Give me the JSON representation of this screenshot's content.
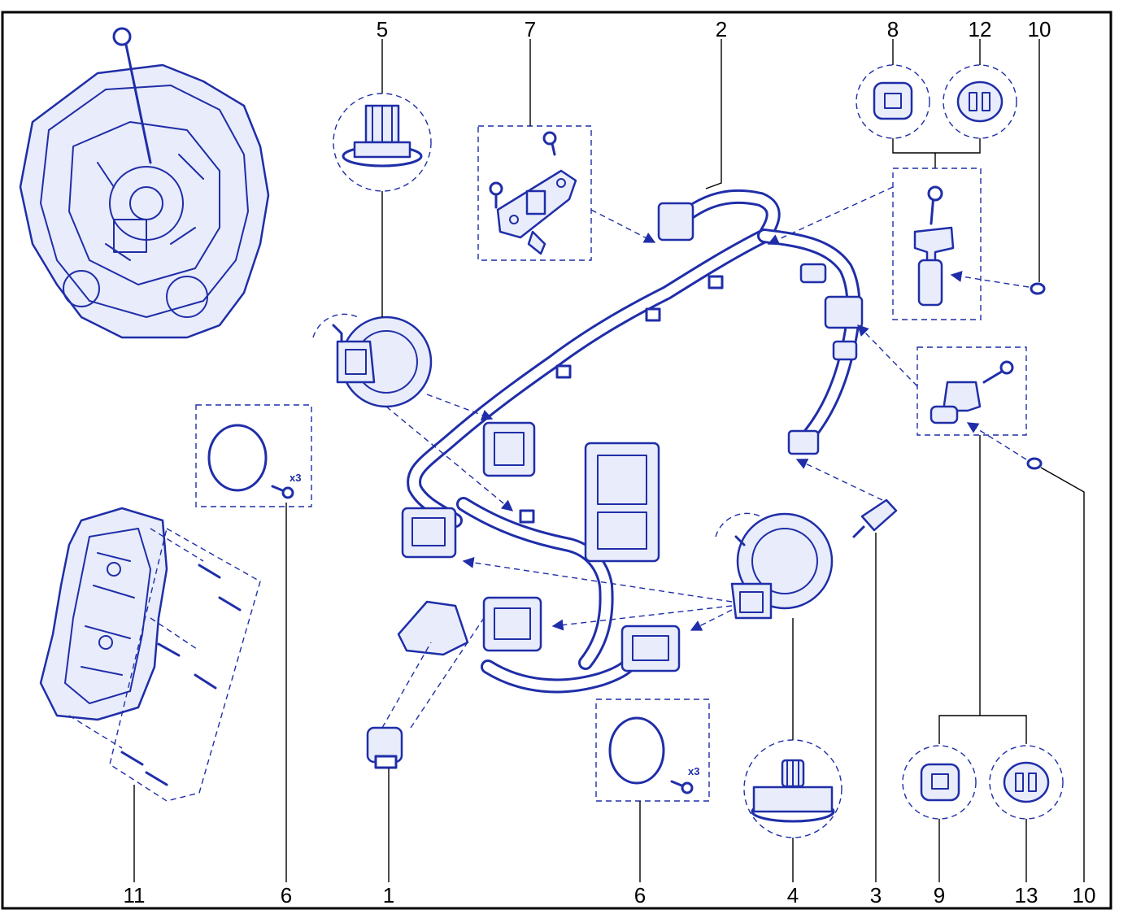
{
  "callouts": {
    "c5": "5",
    "c7": "7",
    "c2": "2",
    "c8": "8",
    "c12_top": "12",
    "c10_top": "10",
    "c11": "11",
    "c6_left": "6",
    "c1": "1",
    "c6_right": "6",
    "c4": "4",
    "c3": "3",
    "c9": "9",
    "c13": "13",
    "c10_bottom": "10"
  },
  "quantity_labels": {
    "kit_left": "x3",
    "kit_right": "x3"
  },
  "colors": {
    "line_art": "#1f2ea8",
    "callout_text": "#000000",
    "background": "#ffffff"
  }
}
